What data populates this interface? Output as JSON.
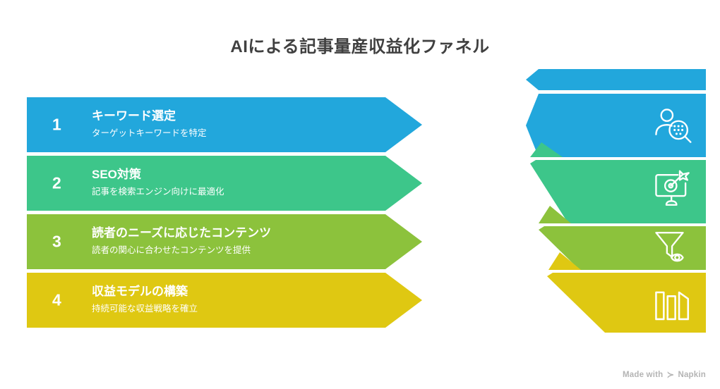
{
  "title": "AIによる記事量産収益化ファネル",
  "colors": {
    "blue": "#22a7dc",
    "green": "#3dc68a",
    "olive": "#8cc23c",
    "yellow": "#dfc812",
    "title_text": "#404040",
    "footer_text": "#b4b4b4",
    "background": "#ffffff"
  },
  "steps": [
    {
      "number": "1",
      "title": "キーワード選定",
      "description": "ターゲットキーワードを特定",
      "color": "#22a7dc",
      "icon": "audience-search-icon"
    },
    {
      "number": "2",
      "title": "SEO対策",
      "description": "記事を検索エンジン向けに最適化",
      "color": "#3dc68a",
      "icon": "monitor-target-icon"
    },
    {
      "number": "3",
      "title": "読者のニーズに応じたコンテンツ",
      "description": "読者の関心に合わせたコンテンツを提供",
      "color": "#8cc23c",
      "icon": "funnel-eye-icon"
    },
    {
      "number": "4",
      "title": "収益モデルの構築",
      "description": "持続可能な収益戦略を確立",
      "color": "#dfc812",
      "icon": "bar-chart-icon"
    }
  ],
  "footer": {
    "made_with": "Made with",
    "brand": "Napkin",
    "mark": "≻"
  }
}
